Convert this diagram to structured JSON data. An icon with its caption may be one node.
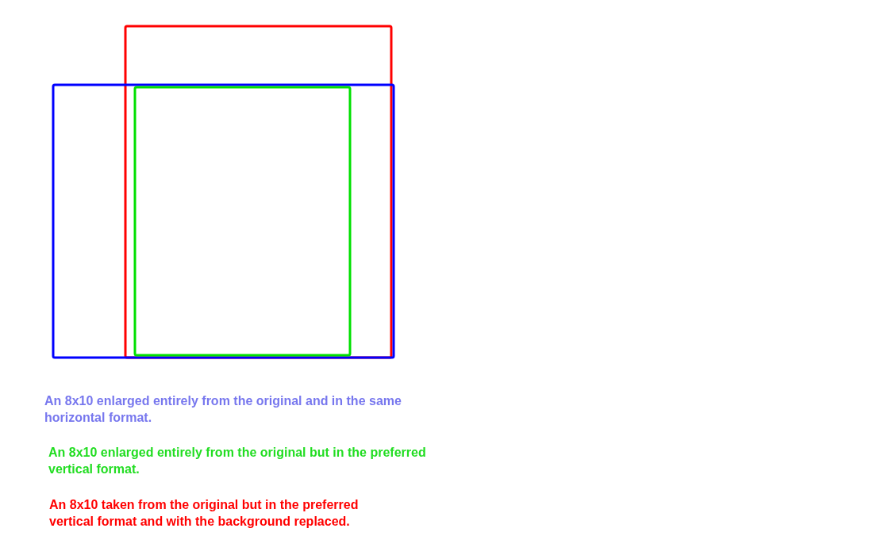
{
  "diagram": {
    "legend": [
      {
        "text": "An 8x10 enlarged entirely from the original and in the same horizontal format.",
        "color": "#0000ff"
      },
      {
        "text": "An 8x10 enlarged entirely from the original but in the preferred vertical format.",
        "color": "#00e000"
      },
      {
        "text": "An 8x10 taken from the original but in the preferred vertical format and with the background replaced.",
        "color": "#ff0000"
      }
    ]
  }
}
